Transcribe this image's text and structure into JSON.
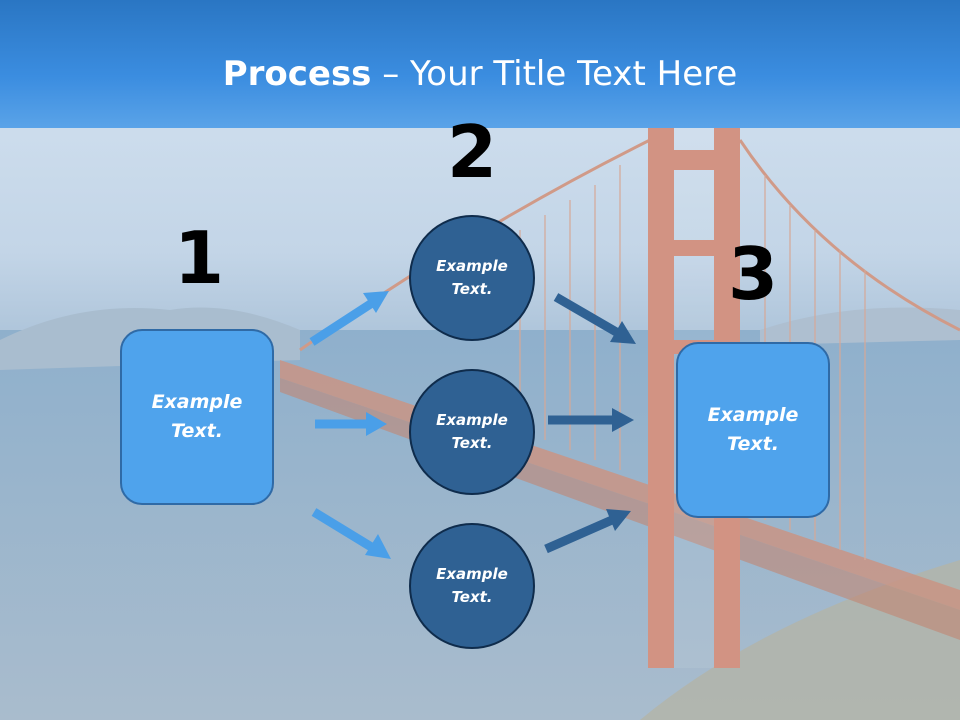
{
  "title": {
    "bold": "Process",
    "rest": " – Your Title Text Here"
  },
  "steps": [
    {
      "number": "1",
      "text_line1": "Example",
      "text_line2": "Text."
    },
    {
      "number": "2"
    },
    {
      "number": "3",
      "text_line1": "Example",
      "text_line2": "Text."
    }
  ],
  "circles": [
    {
      "text_line1": "Example",
      "text_line2": "Text."
    },
    {
      "text_line1": "Example",
      "text_line2": "Text."
    },
    {
      "text_line1": "Example",
      "text_line2": "Text."
    }
  ],
  "colors": {
    "title_bar": "#3b8de0",
    "box_fill": "#4fa3ec",
    "circle_fill": "#2f6193",
    "arrow_light": "#4a9fe8",
    "arrow_dark": "#2f6193"
  }
}
